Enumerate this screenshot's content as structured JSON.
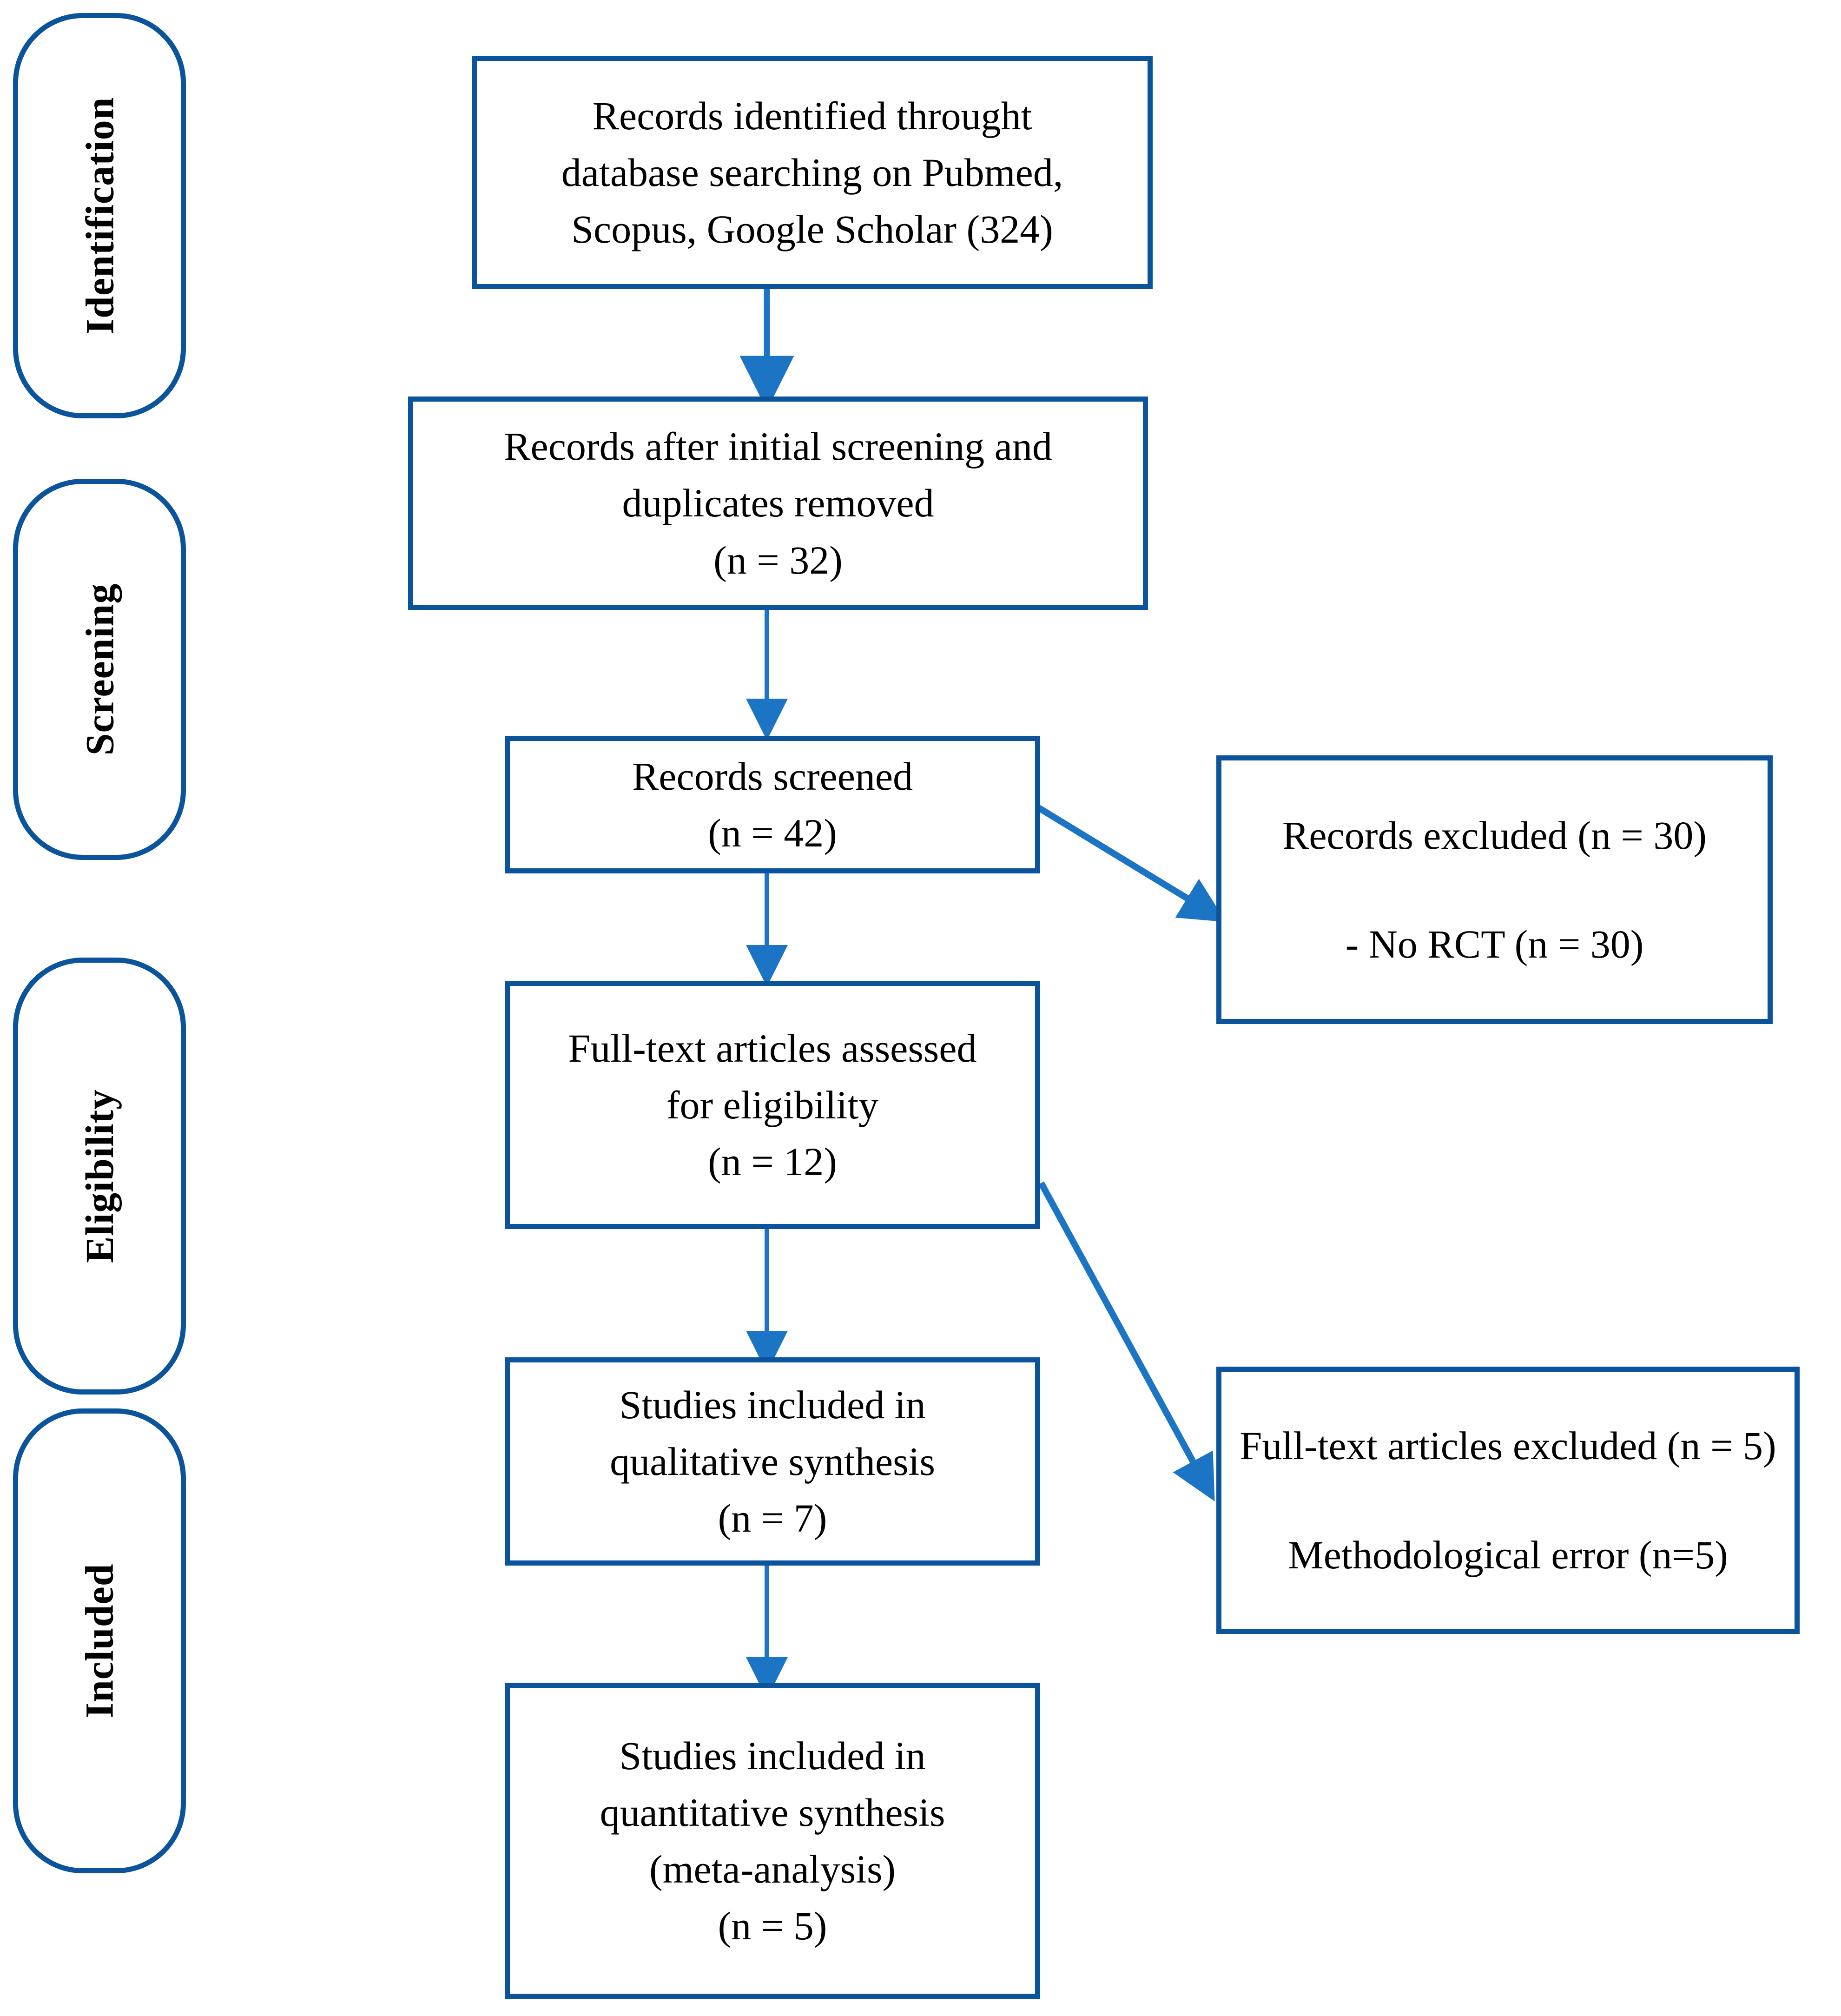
{
  "diagram": {
    "title": "PRISMA flow diagram",
    "colors": {
      "box_border": "#0b549c",
      "arrow": "#1b74c4",
      "text": "#000000",
      "background": "#ffffff"
    }
  },
  "stages": [
    {
      "id": "identification",
      "label": "Identification"
    },
    {
      "id": "screening",
      "label": "Screening"
    },
    {
      "id": "eligibility",
      "label": "Eligibility"
    },
    {
      "id": "included",
      "label": "Included"
    }
  ],
  "boxes": {
    "identified": {
      "lines": [
        "Records identified throught",
        "database searching on Pubmed,",
        "Scopus, Google Scholar (324)"
      ]
    },
    "after_screening": {
      "lines": [
        "Records after initial screening and",
        "duplicates removed",
        "(n = 32)"
      ]
    },
    "screened": {
      "lines": [
        "Records screened",
        "(n = 42)"
      ]
    },
    "records_excluded": {
      "lines": [
        "Records excluded (n = 30)",
        "- No RCT (n = 30)"
      ]
    },
    "fulltext_assessed": {
      "lines": [
        "Full-text articles assessed",
        "for eligibility",
        "(n = 12)"
      ]
    },
    "fulltext_excluded": {
      "lines": [
        "Full-text articles excluded (n = 5)",
        "Methodological error (n=5)"
      ]
    },
    "qualitative": {
      "lines": [
        "Studies included in",
        "qualitative synthesis",
        "(n = 7)"
      ]
    },
    "quantitative": {
      "lines": [
        "Studies included in",
        "quantitative synthesis",
        "(meta-analysis)",
        "(n = 5)"
      ]
    }
  },
  "connectors": [
    {
      "id": "identified-to-after-screening",
      "type": "vertical-arrow"
    },
    {
      "id": "after-screening-to-screened",
      "type": "vertical-arrow"
    },
    {
      "id": "screened-to-records-excluded",
      "type": "diagonal-arrow"
    },
    {
      "id": "screened-to-fulltext-assessed",
      "type": "vertical-arrow"
    },
    {
      "id": "fulltext-assessed-to-fulltext-excluded",
      "type": "diagonal-arrow"
    },
    {
      "id": "fulltext-assessed-to-qualitative",
      "type": "vertical-arrow"
    },
    {
      "id": "qualitative-to-quantitative",
      "type": "vertical-arrow"
    }
  ]
}
